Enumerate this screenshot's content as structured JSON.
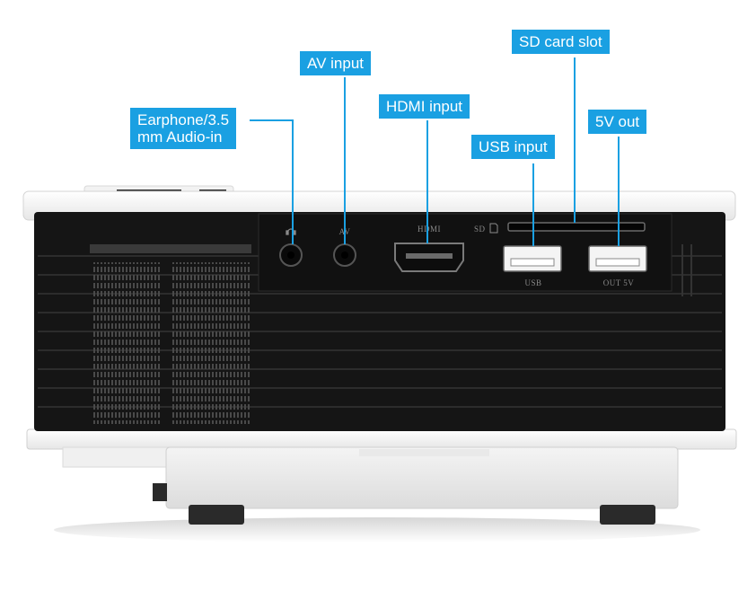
{
  "callouts": {
    "earphone": [
      "Earphone/3.5",
      "mm Audio-in"
    ],
    "av": "AV input",
    "hdmi": "HDMI input",
    "usb": "USB input",
    "sd": "SD card slot",
    "out5v": "5V out"
  },
  "panel_labels": {
    "av": "AV",
    "hdmi": "HDMI",
    "sd": "SD",
    "usb": "USB",
    "out5v": "OUT 5V"
  },
  "colors": {
    "callout_bg": "#1aa0e2",
    "callout_text": "#ffffff",
    "panel": "#151515",
    "body": "#ffffff"
  },
  "icons": [
    "headphone-jack-icon",
    "sd-card-icon"
  ]
}
